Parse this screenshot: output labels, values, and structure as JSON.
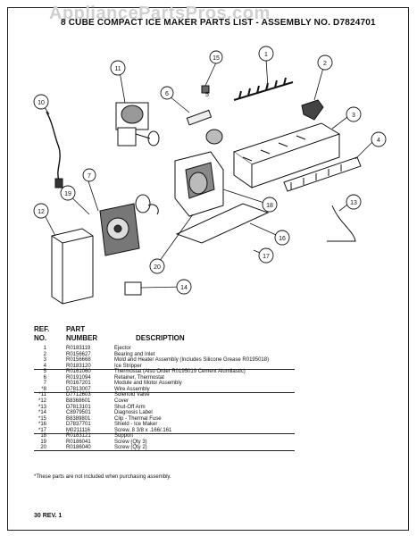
{
  "watermark": "AppliancePartsPros.com",
  "title": "8 CUBE COMPACT ICE MAKER PARTS LIST - ASSEMBLY NO. D7824701",
  "table": {
    "ref_header_line1": "REF.",
    "ref_header_line2": "NO.",
    "part_header_line1": "PART",
    "part_header_line2": "NUMBER",
    "desc_header": "DESCRIPTION",
    "rows": [
      {
        "ref": "1",
        "part": "R0183119",
        "desc": "Ejector"
      },
      {
        "ref": "2",
        "part": "R0156627",
        "desc": "Bearing and Inlet"
      },
      {
        "ref": "3",
        "part": "R0156668",
        "desc": "Mold and Heater Assembly (Includes Silicone Grease R0195018)"
      },
      {
        "ref": "4",
        "part": "R0183120",
        "desc": "Ice Stripper"
      },
      {
        "ref": "5",
        "part": "R0161060",
        "desc": "Thermostat (Also Order R0195019 Cement Alumilastic)"
      },
      {
        "ref": "6",
        "part": "R0191094",
        "desc": "Retainer, Thermostat"
      },
      {
        "ref": "7",
        "part": "R0167201",
        "desc": "Module and Motor Assembly"
      },
      {
        "ref": "*8",
        "part": "D7813007",
        "desc": "Wire Assembly"
      },
      {
        "ref": "*11",
        "part": "D7712603",
        "desc": "Solenoid Valve"
      },
      {
        "ref": "*12",
        "part": "B8368601",
        "desc": "Cover"
      },
      {
        "ref": "*13",
        "part": "D7813101",
        "desc": "Shut-Off Arm"
      },
      {
        "ref": "*14",
        "part": "C8979501",
        "desc": "Diagnosis Label"
      },
      {
        "ref": "*15",
        "part": "B8389801",
        "desc": "Clip - Thermal Fuse"
      },
      {
        "ref": "*16",
        "part": "D7837701",
        "desc": "Shield - Ice Maker"
      },
      {
        "ref": "*17",
        "part": "M0211116",
        "desc": "Screw, 8 3/8 x .166/.161"
      },
      {
        "ref": "18",
        "part": "R0183121",
        "desc": "Support"
      },
      {
        "ref": "19",
        "part": "R0186041",
        "desc": "Screw (Qty 3)"
      },
      {
        "ref": "20",
        "part": "R0186040",
        "desc": "Screw (Qty 2)"
      }
    ]
  },
  "note": "*These parts are not included when purchasing assembly.",
  "footer": "30 REV. 1",
  "callouts": [
    "1",
    "2",
    "3",
    "4",
    "5",
    "6",
    "7",
    "10",
    "11",
    "12",
    "13",
    "14",
    "15",
    "16",
    "17",
    "18",
    "19",
    "20"
  ]
}
